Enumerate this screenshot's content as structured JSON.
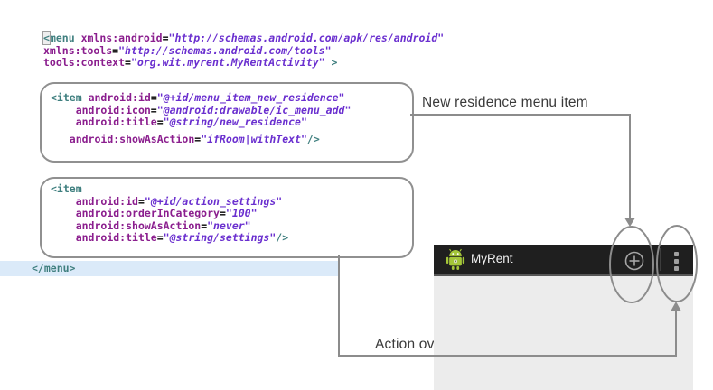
{
  "colors": {
    "tag": "#3F7F7F",
    "attr": "#8B1E8E",
    "val": "#6A2FCF",
    "plain": "#000000",
    "label_text": "#3A3A3A",
    "line_highlight": "#DBEAF9",
    "annotation_gray": "#8C8C8C",
    "actionbar_bg": "#1F1F1F",
    "actionbar_border": "#565656",
    "app_bg": "#ECECEC",
    "robot_green": "#A4C639",
    "title_text": "#F2F2F2",
    "icon_gray": "#A0A0A0"
  },
  "code": {
    "header_lines": [
      [
        [
          "cursor",
          "<"
        ],
        [
          "tag",
          "menu"
        ],
        [
          "plain",
          " "
        ],
        [
          "attr",
          "xmlns:android"
        ],
        [
          "plain",
          "="
        ],
        [
          "val",
          "\"http://schemas.android.com/apk/res/android\""
        ]
      ],
      [
        [
          "attr",
          "xmlns:tools"
        ],
        [
          "plain",
          "="
        ],
        [
          "val",
          "\"http://schemas.android.com/tools\""
        ]
      ],
      [
        [
          "attr",
          "tools:context"
        ],
        [
          "plain",
          "="
        ],
        [
          "val",
          "\"org.wit.myrent.MyRentActivity\""
        ],
        [
          "tag",
          " >"
        ]
      ]
    ],
    "box1_lines": [
      [
        [
          "tag",
          "<item"
        ],
        [
          "plain",
          " "
        ],
        [
          "attr",
          "android:id"
        ],
        [
          "plain",
          "="
        ],
        [
          "val",
          "\"@+id/menu_item_new_residence\""
        ]
      ],
      [
        [
          "plain",
          "    "
        ],
        [
          "attr",
          "android:icon"
        ],
        [
          "plain",
          "="
        ],
        [
          "val",
          "\"@android:drawable/ic_menu_add\""
        ]
      ],
      [
        [
          "plain",
          "    "
        ],
        [
          "attr",
          "android:title"
        ],
        [
          "plain",
          "="
        ],
        [
          "val",
          "\"@string/new_residence\""
        ]
      ],
      [
        [
          "plain",
          "   "
        ],
        [
          "attr",
          "android:showAsAction"
        ],
        [
          "plain",
          "="
        ],
        [
          "val",
          "\"ifRoom|withText\""
        ],
        [
          "tag",
          "/>"
        ]
      ]
    ],
    "box2_lines": [
      [
        [
          "tag",
          "<item"
        ]
      ],
      [
        [
          "plain",
          "    "
        ],
        [
          "attr",
          "android:id"
        ],
        [
          "plain",
          "="
        ],
        [
          "val",
          "\"@+id/action_settings\""
        ]
      ],
      [
        [
          "plain",
          "    "
        ],
        [
          "attr",
          "android:orderInCategory"
        ],
        [
          "plain",
          "="
        ],
        [
          "val",
          "\"100\""
        ]
      ],
      [
        [
          "plain",
          "    "
        ],
        [
          "attr",
          "android:showAsAction"
        ],
        [
          "plain",
          "="
        ],
        [
          "val",
          "\"never\""
        ]
      ],
      [
        [
          "plain",
          "    "
        ],
        [
          "attr",
          "android:title"
        ],
        [
          "plain",
          "="
        ],
        [
          "val",
          "\"@string/settings\""
        ],
        [
          "tag",
          "/>"
        ]
      ]
    ],
    "footer_lines": [
      [
        [
          "tag",
          "</menu>"
        ]
      ]
    ]
  },
  "annotations": {
    "new_residence_label": "New residence menu item",
    "action_overflow_label": "Action overflow"
  },
  "phone": {
    "app_title": "MyRent",
    "icons": {
      "app_icon": "android-robot-icon",
      "add": "plus-circle-icon",
      "overflow": "vertical-ellipsis-icon"
    }
  }
}
